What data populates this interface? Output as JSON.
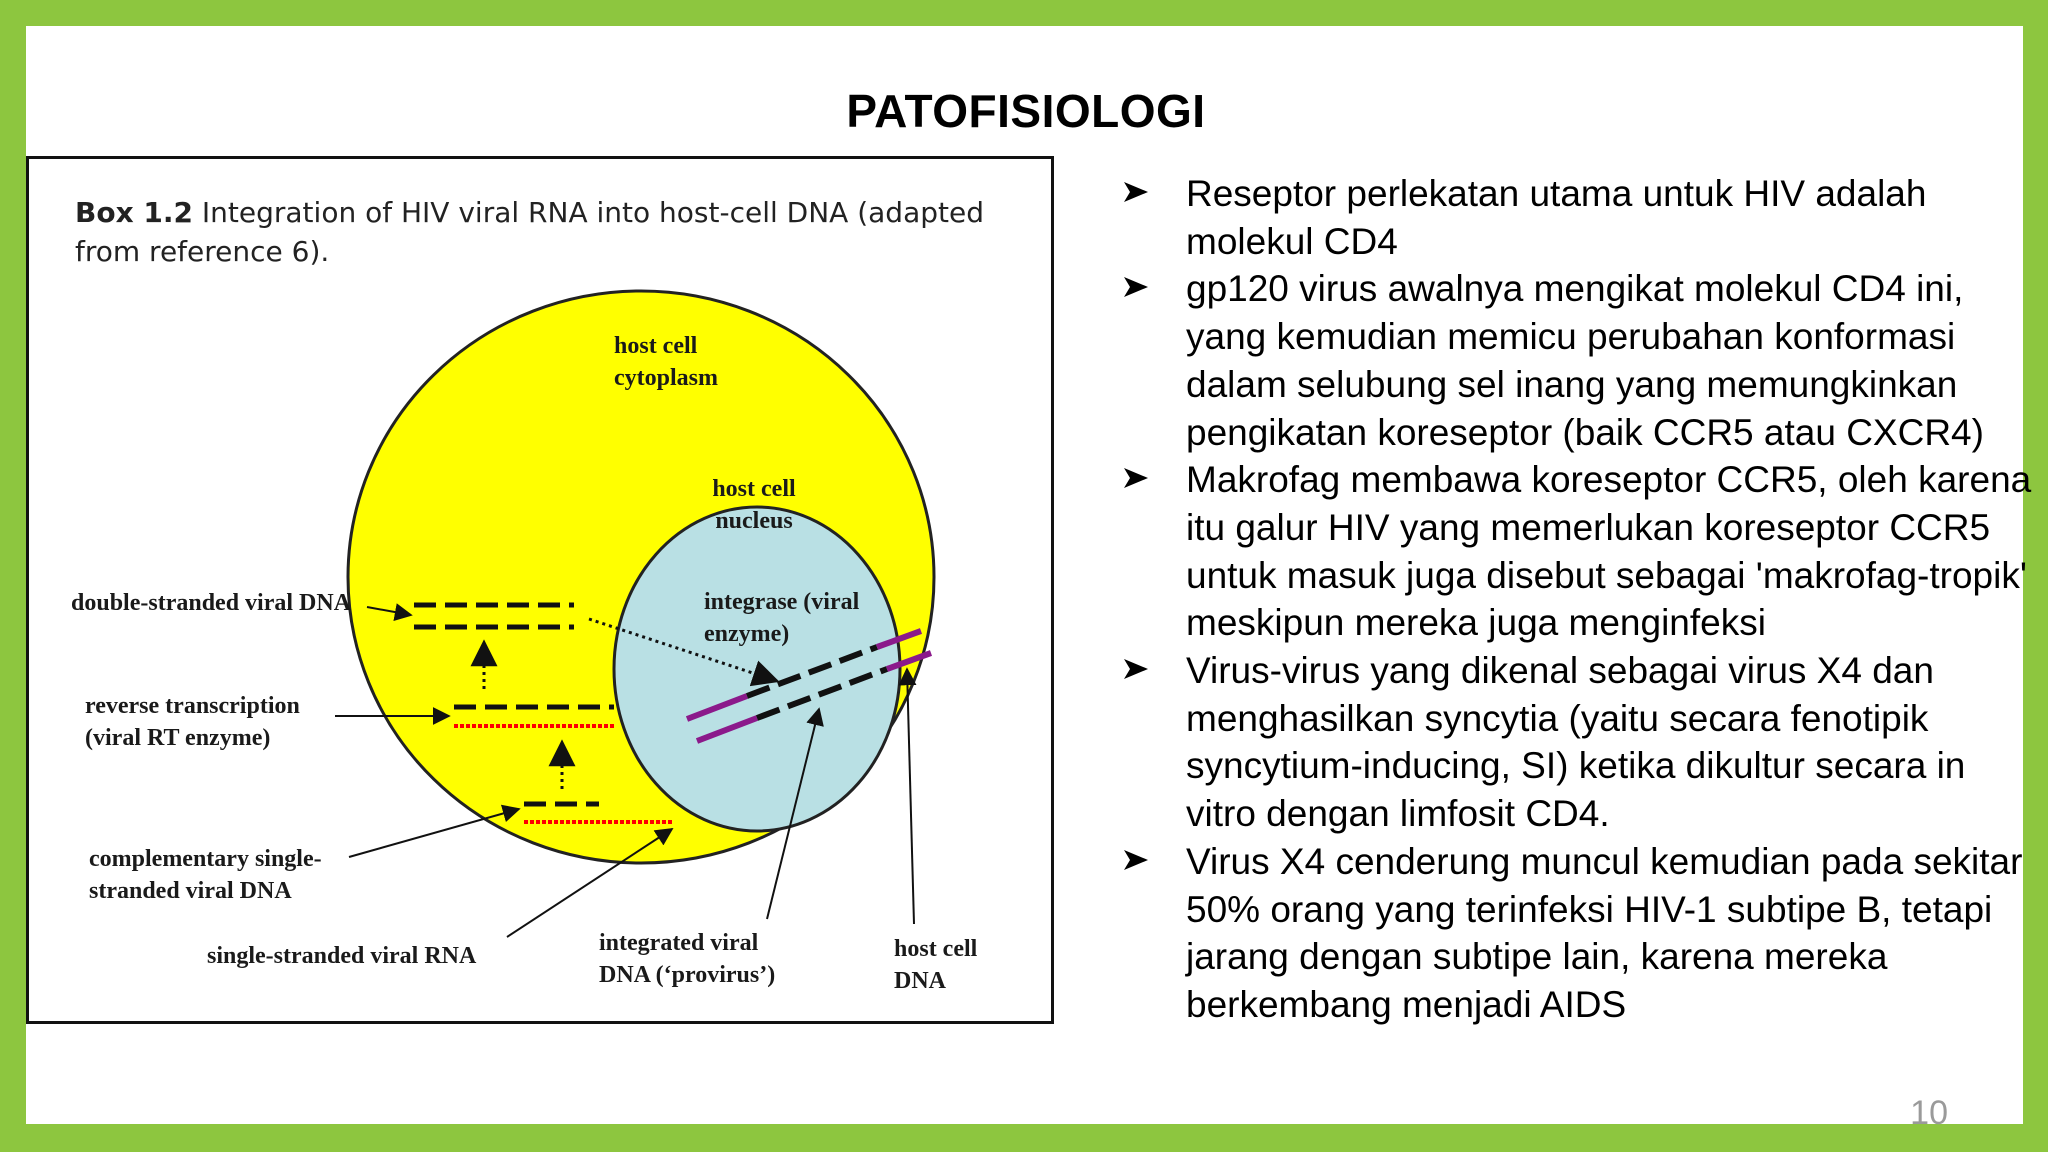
{
  "slide": {
    "title": "PATOFISIOLOGI",
    "page_number": "10",
    "colors": {
      "frame": "#8dc63f",
      "cytoplasm": "#ffff00",
      "nucleus": "#b9e0e4",
      "host_dna": "#8b1a8b",
      "rna": "#ff0000"
    }
  },
  "figure": {
    "box_label": "Box 1.2",
    "box_caption": "Integration of HIV viral RNA into host-cell DNA (adapted from reference 6).",
    "labels": {
      "cytoplasm_1": "host cell",
      "cytoplasm_2": "cytoplasm",
      "nucleus_1": "host cell",
      "nucleus_2": "nucleus",
      "integrase_1": "integrase (viral",
      "integrase_2": "enzyme)",
      "dsdna": "double-stranded viral DNA",
      "rt_1": "reverse transcription",
      "rt_2": "(viral RT enzyme)",
      "css_1": "complementary single-",
      "css_2": "stranded viral DNA",
      "ssrna": "single-stranded viral RNA",
      "provirus_1": "integrated viral",
      "provirus_2": "DNA (‘provirus’)",
      "hostdna_1": "host cell",
      "hostdna_2": "DNA"
    }
  },
  "bullets": [
    "Reseptor perlekatan utama untuk HIV adalah molekul CD4",
    "gp120 virus awalnya mengikat molekul CD4 ini, yang kemudian memicu perubahan konformasi dalam selubung sel inang yang memungkinkan pengikatan koreseptor (baik CCR5 atau CXCR4)",
    "Makrofag membawa koreseptor CCR5, oleh karena itu galur HIV yang memerlukan koreseptor CCR5 untuk masuk juga disebut sebagai 'makrofag-tropik' meskipun mereka juga menginfeksi",
    "Virus-virus yang dikenal sebagai virus X4 dan menghasilkan syncytia (yaitu secara fenotipik syncytium-inducing, SI) ketika dikultur secara in vitro dengan limfosit CD4.",
    "Virus X4 cenderung muncul kemudian pada sekitar 50% orang yang terinfeksi HIV-1 subtipe B, tetapi jarang dengan subtipe lain, karena mereka berkembang menjadi AIDS"
  ]
}
